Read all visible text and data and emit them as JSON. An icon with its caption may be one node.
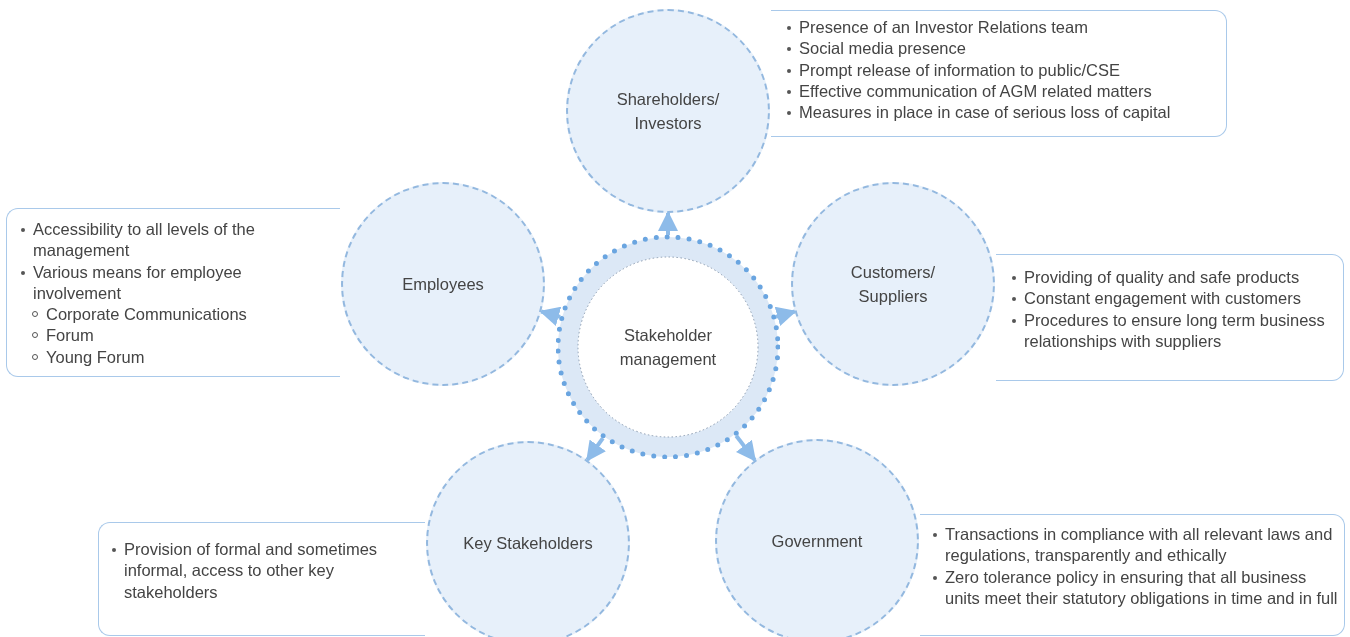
{
  "diagram": {
    "nodes": [
      {
        "text": [
          "Stakeholder management"
        ]
      },
      {
        "text": [
          "Shareholders/ Investors"
        ]
      },
      {
        "text": [
          "Presence of an Investor Relations team",
          "Social media presence",
          "Prompt release of information to public/CSE",
          "Effective communication of AGM related matters",
          "Measures in place in case of serious loss of capital"
        ]
      },
      {
        "text": [
          "Employees"
        ]
      },
      {
        "text": [
          "Accessibility to all levels of the management",
          "Various means for employee involvement",
          "Corporate Communications",
          "Forum",
          "Young Forum"
        ]
      },
      {
        "text": [
          "Customers/ Suppliers"
        ]
      },
      {
        "text": [
          "Providing of quality and safe products",
          "Constant engagement with customers",
          "Procedures to ensure long term business relationships with suppliers"
        ]
      },
      {
        "text": [
          "Key Stakeholders"
        ]
      },
      {
        "text": [
          "Provision of formal and sometimes informal, access to other key stakeholders"
        ]
      },
      {
        "text": [
          "Government"
        ]
      },
      {
        "text": [
          "Transactions in compliance with all relevant laws and regulations, transparently and ethically",
          "Zero tolerance policy in ensuring that all business units meet their statutory obligations in time and in full"
        ]
      }
    ],
    "edges": [
      {
        "from": 0,
        "to": 1,
        "arrow": "to"
      },
      {
        "from": 0,
        "to": 3,
        "arrow": "to"
      },
      {
        "from": 0,
        "to": 5,
        "arrow": "to"
      },
      {
        "from": 0,
        "to": 7,
        "arrow": "to"
      },
      {
        "from": 0,
        "to": 9,
        "arrow": "to"
      }
    ]
  }
}
